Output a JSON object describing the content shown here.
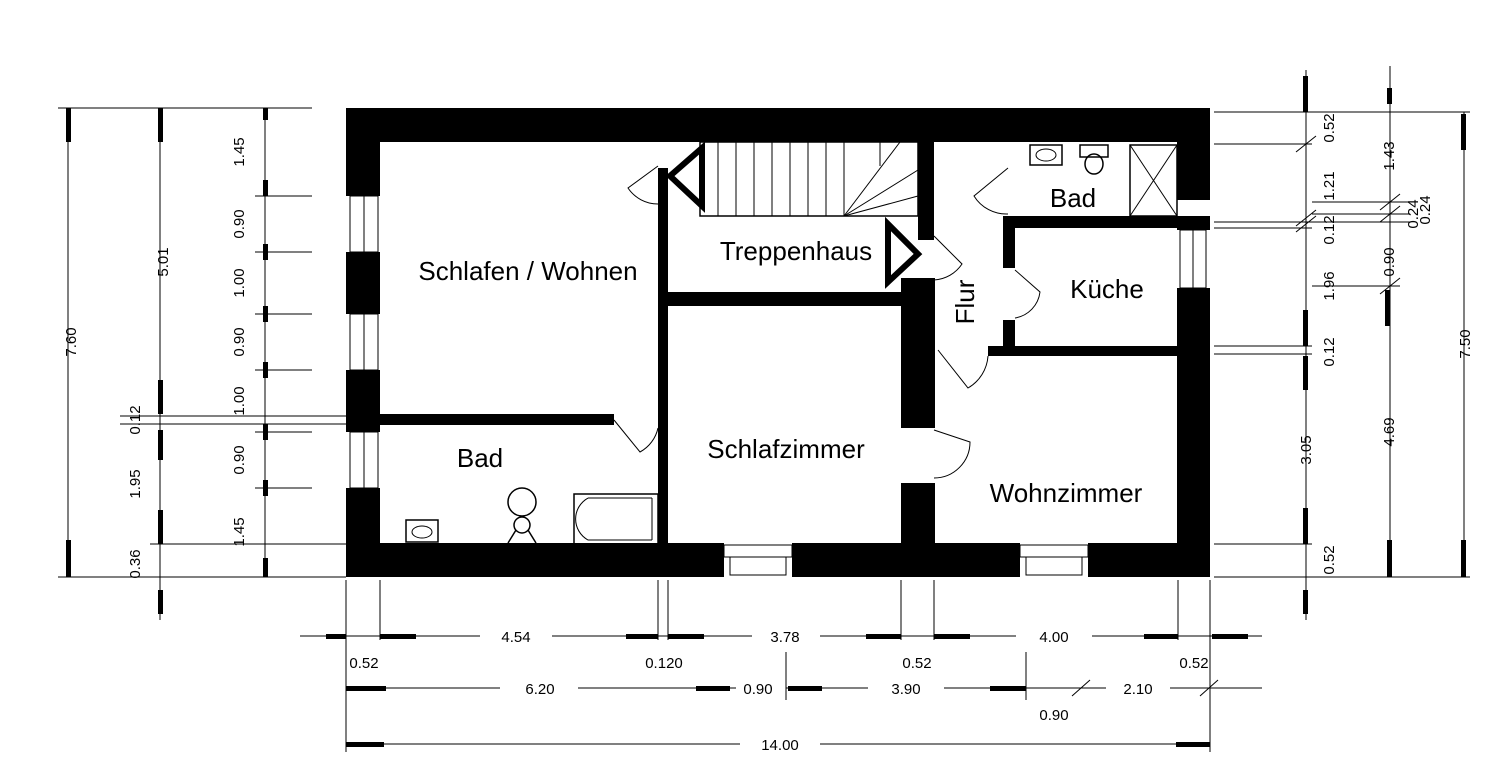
{
  "rooms": {
    "schlafen_wohnen": "Schlafen / Wohnen",
    "treppenhaus": "Treppenhaus",
    "bad_top": "Bad",
    "flur": "Flur",
    "kueche": "Küche",
    "bad_left": "Bad",
    "schlafzimmer": "Schlafzimmer",
    "wohnzimmer": "Wohnzimmer"
  },
  "dims": {
    "left_outer": "7.60",
    "left_upper": "5.01",
    "left_mid": "0.12",
    "left_lower": "1.95",
    "left_bottom": "0.36",
    "left_w1": "1.45",
    "left_w2": "0.90",
    "left_w3": "1.00",
    "left_w4": "0.90",
    "left_w5": "1.00",
    "left_w6": "0.90",
    "left_w7": "1.45",
    "mid_right": "3.05",
    "right_a1": "0.52",
    "right_a2": "1.21",
    "right_a3": "0.12",
    "right_a4": "1.96",
    "right_a5": "0.12",
    "right_a6": "0.52",
    "right_b1": "1.43",
    "right_b2": "0.24",
    "right_b3": "0.24",
    "right_b4": "0.90",
    "right_b5": "4.69",
    "right_outer": "7.50",
    "b1_a": "4.54",
    "b1_b": "3.78",
    "b1_c": "4.00",
    "b1_d": "0.52",
    "b1_e": "0.120",
    "b1_f": "0.52",
    "b1_g": "0.52",
    "b2_a": "6.20",
    "b2_b": "0.90",
    "b2_c": "3.90",
    "b2_d": "2.10",
    "b2_e": "0.90",
    "b3_total": "14.00"
  }
}
